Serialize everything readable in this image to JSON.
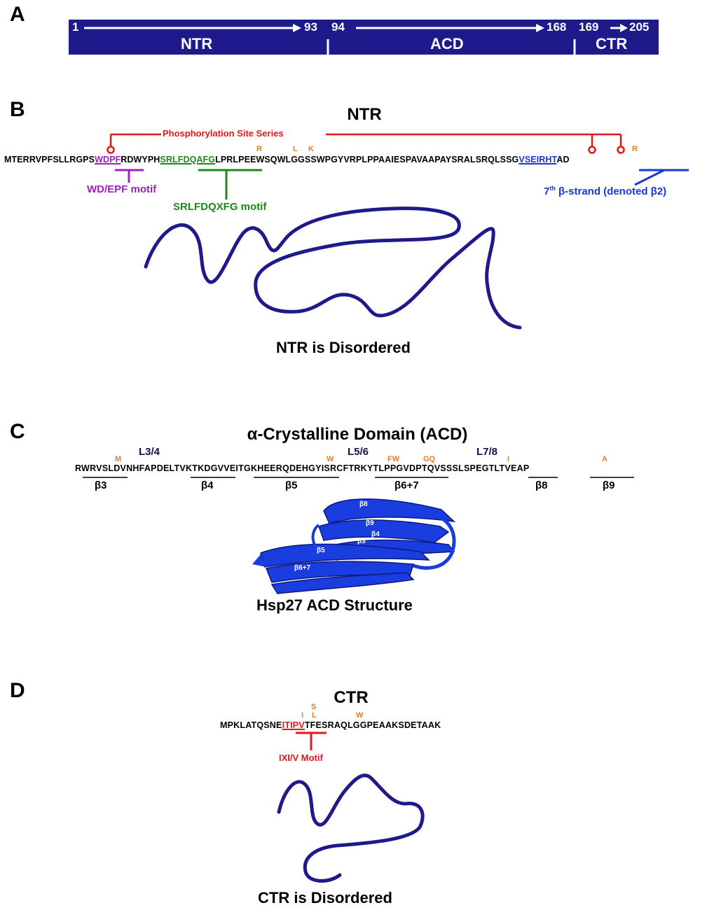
{
  "panels": {
    "a": "A",
    "b": "B",
    "c": "C",
    "d": "D"
  },
  "panel_a": {
    "nums": {
      "n1": "1",
      "n93": "93",
      "n94": "94",
      "n168": "168",
      "n169": "169",
      "n205": "205"
    },
    "regions": {
      "ntr": "NTR",
      "acd": "ACD",
      "ctr": "CTR"
    },
    "bar_color": "#1e1a8c"
  },
  "panel_b": {
    "title": "NTR",
    "phospho_label": "Phosphorylation Site Series",
    "sequence": {
      "s1": "MTERRVPFSLLRGPS",
      "wdpf": "WDPF",
      "s2": "RDWYPH",
      "srlf": "SRLFDQAFG",
      "s3": "LPRLPEEWSQWLGGSSWPGYVRPLPPAAIESPAVAAPAYSRALSRQLSSG",
      "beta": "VSEIRHT",
      "s4": "AD"
    },
    "variants": {
      "r1": "R",
      "l1": "L",
      "k1": "K",
      "r2": "R"
    },
    "motifs": {
      "wdepf": "WD/EPF motif",
      "srlfdqxfg": "SRLFDQXFG motif",
      "beta_strand_pre": "7",
      "beta_strand_sup": "th",
      "beta_strand_post": " β-strand (denoted β2)"
    },
    "caption": "NTR is Disordered"
  },
  "panel_c": {
    "title": "α-Crystalline Domain (ACD)",
    "sequence": "RWRVSLDVNHFAPDELTVKTKDGVVEITGKHEERQDEHGYISRCFTRKYTLPPGVDPTQVSSSLSPEGTLTVEAP",
    "loops": {
      "l34": "L3/4",
      "l56": "L5/6",
      "l78": "L7/8"
    },
    "variants": {
      "m": "M",
      "w": "W",
      "fw": "FW",
      "gq": "GQ",
      "i": "I",
      "a": "A"
    },
    "strands": {
      "b3": "β3",
      "b4": "β4",
      "b5": "β5",
      "b67": "β6+7",
      "b8": "β8",
      "b9": "β9"
    },
    "structure_labels": {
      "b8": "β8",
      "b9": "β9",
      "b4": "β4",
      "b3": "β3",
      "b5": "β5",
      "b67": "β6+7"
    },
    "caption": "Hsp27 ACD Structure",
    "ribbon_color": "#1a3de0"
  },
  "panel_d": {
    "title": "CTR",
    "sequence": {
      "s1": "MPKLATQSNE",
      "motif": "ITIPV",
      "s2": "TFESRAQLGGPEAAKSDETAAK"
    },
    "variants": {
      "s": "S",
      "i": "I",
      "l": "L",
      "w": "W"
    },
    "motif_label": "IXI/V Motif",
    "caption": "CTR is Disordered"
  },
  "colors": {
    "navy": "#1e1a8c",
    "red": "#e01818",
    "purple": "#a020c0",
    "green": "#1a8a1a",
    "blue": "#1a35d8",
    "orange": "#e08020"
  }
}
